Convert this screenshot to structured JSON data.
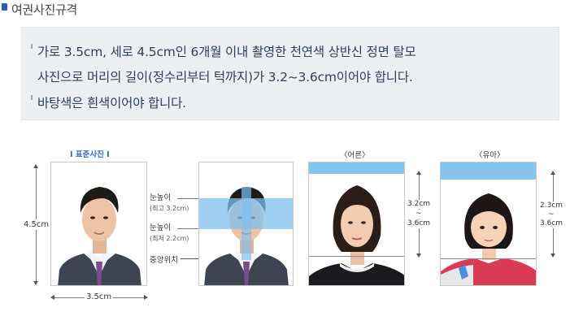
{
  "section_title": "여권사진규격",
  "notice": {
    "line1": "가로 3.5cm, 세로 4.5cm인 6개월 이내 촬영한 천연색 상반신 정면 탈모",
    "line2": "사진으로 머리의 길이(정수리부터 턱까지)가 3.2~3.6cm이어야 합니다.",
    "line3": "바탕색은 흰색이어야 합니다."
  },
  "diagram": {
    "standard_label": "I 표준사진 I",
    "height_label": "4.5cm",
    "width_label": "3.5cm",
    "eye_max_title": "눈높이",
    "eye_max_detail": "(최고 3.2cm)",
    "eye_min_title": "눈높이",
    "eye_min_detail": "(최저 2.2cm)",
    "center_label": "중앙위치",
    "adult_label": "〈어른〉",
    "child_label": "〈유아〉",
    "adult_head_min": "3.2cm",
    "adult_head_sep": "~",
    "adult_head_max": "3.6cm",
    "child_head_min": "2.3cm",
    "child_head_sep": "~",
    "child_head_max": "3.6cm"
  },
  "colors": {
    "accent_blue": "#2b6bbf",
    "band_blue": "#7fc0ec",
    "notice_bg": "#edf0f3"
  }
}
